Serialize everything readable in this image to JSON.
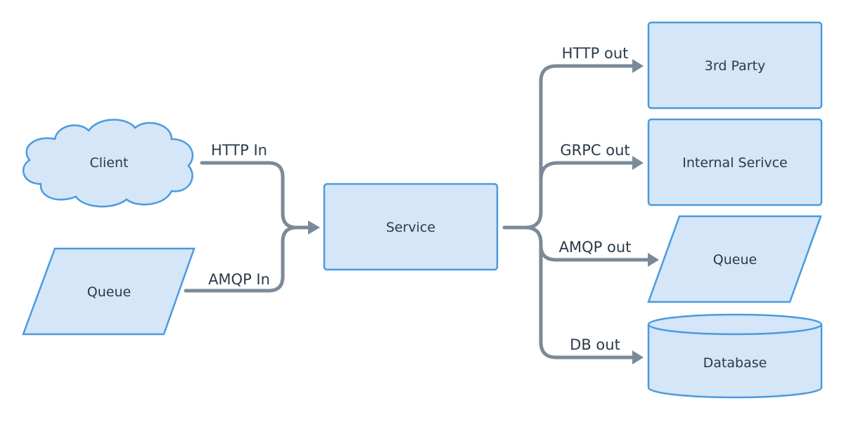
{
  "nodes": {
    "client": "Client",
    "queue_in": "Queue",
    "service": "Service",
    "third_party": "3rd Party",
    "internal_service": "Internal Serivce",
    "queue_out": "Queue",
    "database": "Database"
  },
  "edges": {
    "http_in": "HTTP In",
    "amqp_in": "AMQP In",
    "http_out": "HTTP out",
    "grpc_out": "GRPC out",
    "amqp_out": "AMQP out",
    "db_out": "DB out"
  },
  "colors": {
    "node_fill": "#d4e6f7",
    "node_stroke": "#4a9ae0",
    "edge": "#7a8a99",
    "text": "#2b3a4a"
  }
}
